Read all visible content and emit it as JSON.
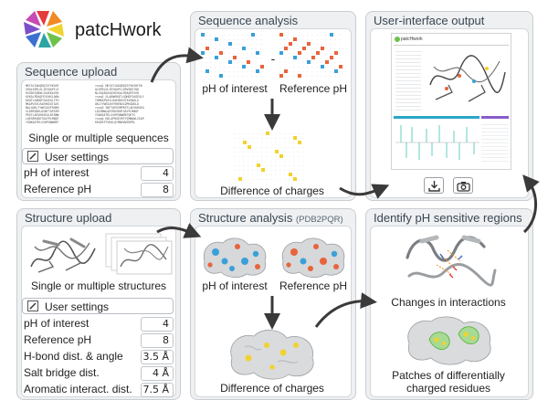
{
  "header": {
    "logo_text": "patcHwork"
  },
  "sequence_upload": {
    "title": "Sequence upload",
    "caption": "Single or multiple sequences",
    "settings_label": "User settings",
    "rows": [
      {
        "label": "pH of interest",
        "value": "4"
      },
      {
        "label": "Reference pH",
        "value": "8"
      }
    ]
  },
  "structure_upload": {
    "title": "Structure upload",
    "caption": "Single or multiple structures",
    "settings_label": "User settings",
    "rows": [
      {
        "label": "pH of interest",
        "value": "4"
      },
      {
        "label": "Reference pH",
        "value": "8"
      },
      {
        "label": "H-bond dist. & angle",
        "value": "3.5 Å"
      },
      {
        "label": "Salt bridge dist.",
        "value": "4 Å"
      },
      {
        "label": "Aromatic interact. dist.",
        "value": "7.5 Å"
      }
    ]
  },
  "sequence_analysis": {
    "title": "Sequence analysis",
    "label_left": "pH of interest",
    "label_right": "Reference pH",
    "operator": "-",
    "result_caption": "Difference of charges"
  },
  "structure_analysis": {
    "title": "Structure analysis",
    "title_sub": "(PDB2PQR)",
    "label_left": "pH of interest",
    "label_right": "Reference pH",
    "result_caption": "Difference of charges"
  },
  "ui_output": {
    "title": "User-interface output",
    "app_logo_text": "patcHwork"
  },
  "ph_regions": {
    "title": "Identify pH sensitive regions",
    "caption_top": "Changes in interactions",
    "caption_bottom_line1": "Patches of differentially",
    "caption_bottom_line2": "charged residues"
  },
  "colors": {
    "panel_bg": "#eef0f2",
    "panel_border": "#c9cdd1",
    "arrow": "#3a3a3a",
    "positive": "#e8643c",
    "negative": "#3aa0d8",
    "highlight": "#f2d22e",
    "patch_green": "#7ed957",
    "logo_bold": "#1a1a1a"
  }
}
